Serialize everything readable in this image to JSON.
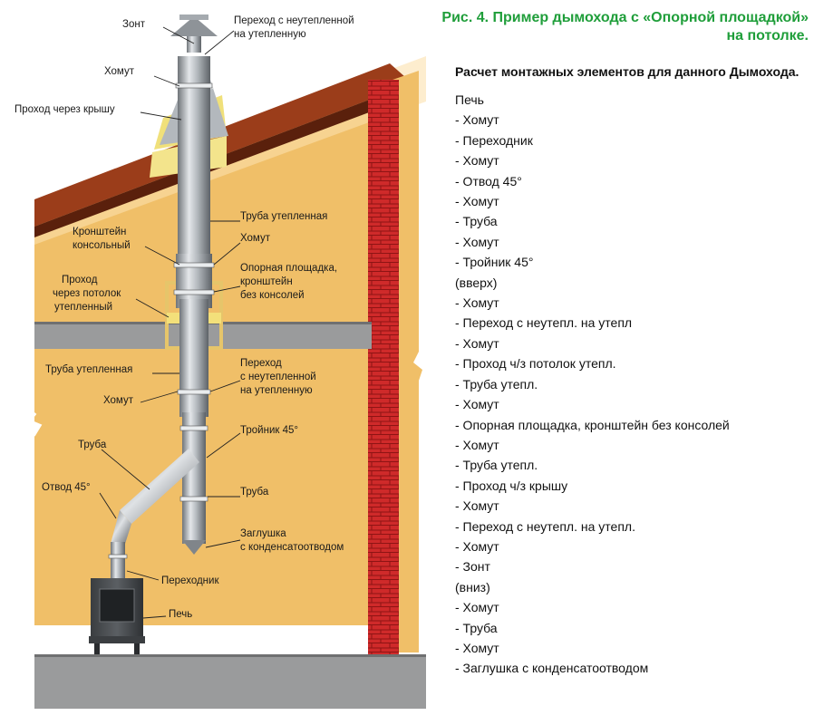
{
  "figure": {
    "title": "Рис. 4. Пример дымохода с «Опорной площадкой» на потолке.",
    "subtitle": "Расчет монтажных элементов для данного Дымохода."
  },
  "labels": {
    "zont": "Зонт",
    "perekhod_top": [
      "Переход с неутепленной",
      "на утепленную"
    ],
    "khomut_top": "Хомут",
    "prokhod_krysha": "Проход через крышу",
    "truba_uteplennaya_upper": "Труба утепленная",
    "kronshtein": [
      "Кронштейн",
      "консольный"
    ],
    "khomut_mid": "Хомут",
    "prokhod_potolok": [
      "Проход",
      "через потолок",
      "утепленный"
    ],
    "opornaya": [
      "Опорная площадка,",
      "кронштейн",
      "без консолей"
    ],
    "truba_uteplennaya_lower": "Труба утепленная",
    "perekhod_mid": [
      "Переход",
      "с неутепленной",
      "на утепленную"
    ],
    "khomut_low": "Хомут",
    "troinik": "Тройник 45°",
    "truba_left": "Труба",
    "otvod": "Отвод 45°",
    "truba_right": "Труба",
    "zaglushka": [
      "Заглушка",
      "с конденсатоотводом"
    ],
    "perekhodnik": "Переходник",
    "pech": "Печь"
  },
  "parts_list": [
    "Печь",
    "- Хомут",
    "- Переходник",
    "- Хомут",
    "- Отвод 45°",
    "- Хомут",
    "- Труба",
    "- Хомут",
    "- Тройник 45°",
    "(вверх)",
    "- Хомут",
    "- Переход с неутепл. на утепл",
    "- Хомут",
    "- Проход ч/з потолок утепл.",
    "- Труба утепл.",
    "- Хомут",
    "- Опорная площадка, кронштейн без консолей",
    "- Хомут",
    "- Труба утепл.",
    "- Проход ч/з крышу",
    "- Хомут",
    "- Переход с неутепл. на утепл.",
    "- Хомут",
    "- Зонт",
    "(вниз)",
    "- Хомут",
    "- Труба",
    "- Хомут",
    "- Заглушка с конденсатоотводом"
  ]
}
